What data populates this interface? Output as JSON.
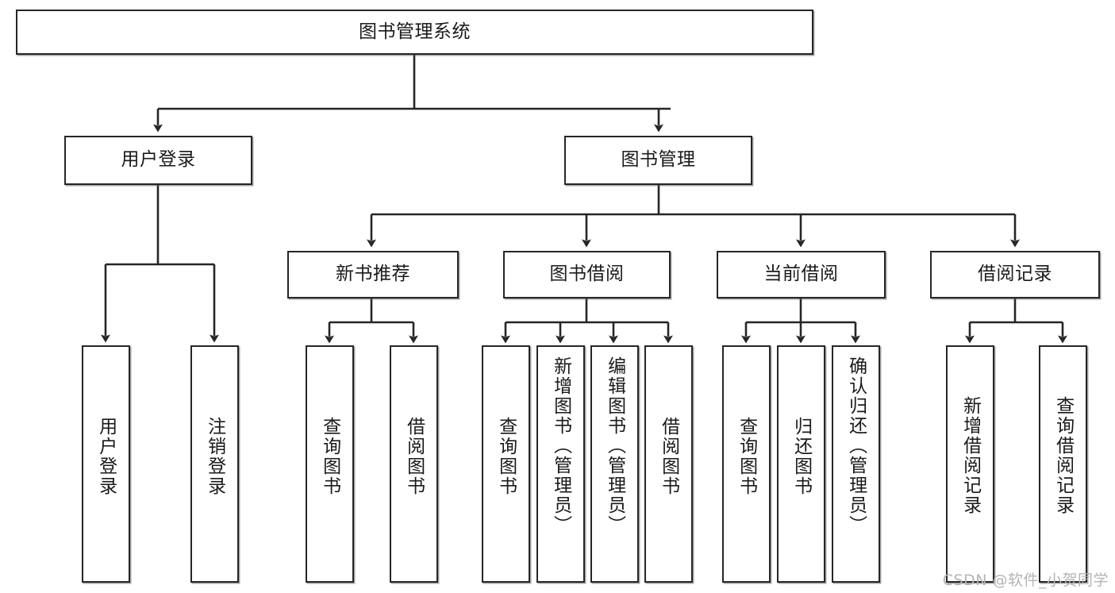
{
  "diagram": {
    "type": "tree",
    "title": "图书管理系统",
    "theme": {
      "box_border": "#262626",
      "box_fill": "#ffffff",
      "edge_color": "#262626",
      "text_color": "#1a1a1a",
      "background": "#ffffff",
      "watermark_color": "#b4b4b4"
    },
    "root": {
      "label": "图书管理系统"
    },
    "level2": [
      {
        "label": "用户登录"
      },
      {
        "label": "图书管理"
      }
    ],
    "level3": [
      {
        "label": "新书推荐"
      },
      {
        "label": "图书借阅"
      },
      {
        "label": "当前借阅"
      },
      {
        "label": "借阅记录"
      }
    ],
    "leaves": {
      "user_login": [
        {
          "label": "用户登录"
        },
        {
          "label": "注销登录"
        }
      ],
      "new_book": [
        {
          "label": "查询图书"
        },
        {
          "label": "借阅图书"
        }
      ],
      "book_borrow": [
        {
          "label": "查询图书"
        },
        {
          "label": "新增图书（管理员）"
        },
        {
          "label": "编辑图书（管理员）"
        },
        {
          "label": "借阅图书"
        }
      ],
      "current_borrow": [
        {
          "label": "查询图书"
        },
        {
          "label": "归还图书"
        },
        {
          "label": "确认归还（管理员）"
        }
      ],
      "borrow_record": [
        {
          "label": "新增借阅记录"
        },
        {
          "label": "查询借阅记录"
        }
      ]
    },
    "watermark": "CSDN @软件_小贺同学"
  }
}
